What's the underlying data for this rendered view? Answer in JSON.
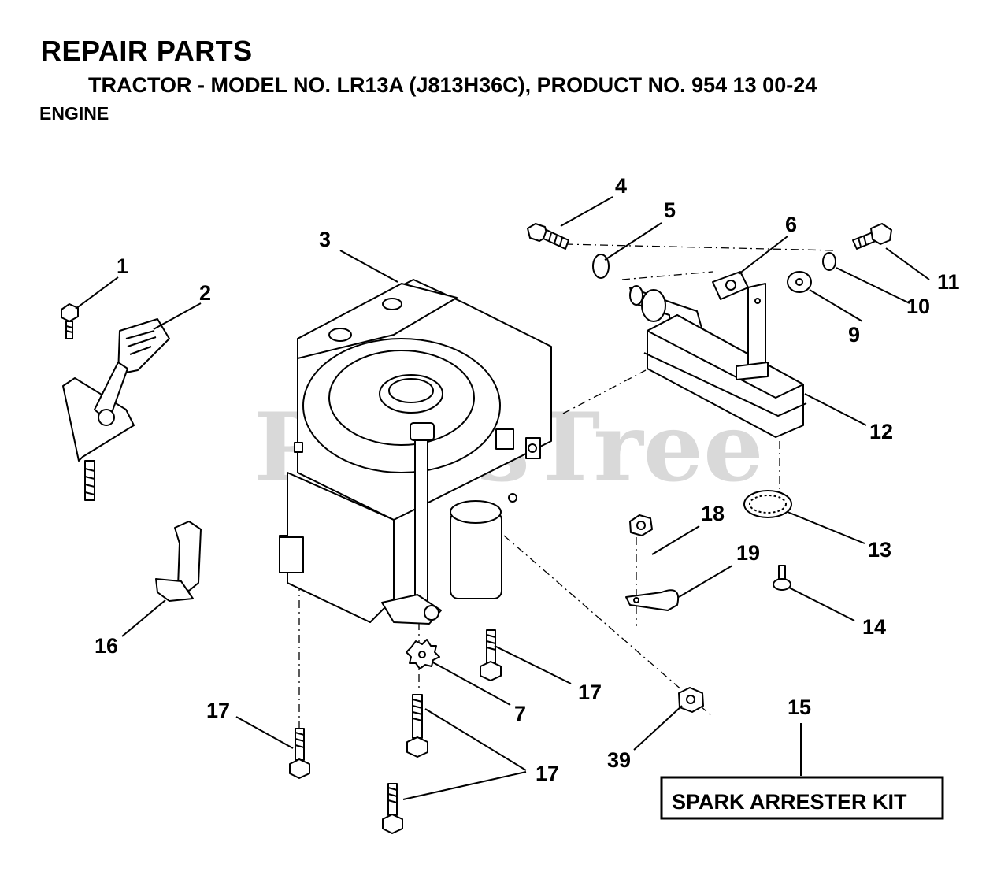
{
  "header": {
    "title": "REPAIR PARTS",
    "subtitle": "TRACTOR - MODEL NO. LR13A (J813H36C),  PRODUCT NO. 954 13 00-24",
    "section": "ENGINE"
  },
  "watermark": "PartsTree",
  "callouts": {
    "c1": "1",
    "c2": "2",
    "c3": "3",
    "c4": "4",
    "c5": "5",
    "c6": "6",
    "c7": "7",
    "c9": "9",
    "c10": "10",
    "c11": "11",
    "c12": "12",
    "c13": "13",
    "c14": "14",
    "c15": "15",
    "c16": "16",
    "c17a": "17",
    "c17b": "17",
    "c17c": "17",
    "c18": "18",
    "c19": "19",
    "c39": "39"
  },
  "kit_label": "SPARK ARRESTER KIT"
}
